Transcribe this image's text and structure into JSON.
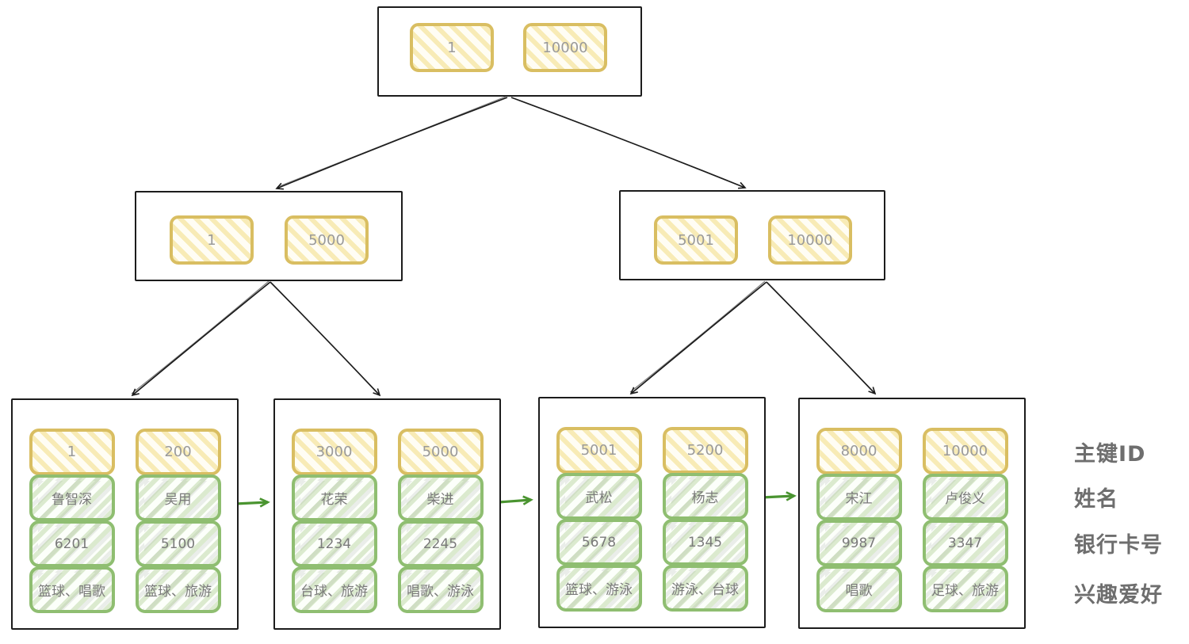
{
  "tree": {
    "root": {
      "keys": [
        "1",
        "10000"
      ]
    },
    "internals": [
      {
        "keys": [
          "1",
          "5000"
        ]
      },
      {
        "keys": [
          "5001",
          "10000"
        ]
      }
    ],
    "leaves": [
      {
        "records": [
          {
            "id": "1",
            "name": "鲁智深",
            "card": "6201",
            "hobby": "篮球、唱歌"
          },
          {
            "id": "200",
            "name": "吴用",
            "card": "5100",
            "hobby": "篮球、旅游"
          }
        ]
      },
      {
        "records": [
          {
            "id": "3000",
            "name": "花荣",
            "card": "1234",
            "hobby": "台球、旅游"
          },
          {
            "id": "5000",
            "name": "柴进",
            "card": "2245",
            "hobby": "唱歌、游泳"
          }
        ]
      },
      {
        "records": [
          {
            "id": "5001",
            "name": "武松",
            "card": "5678",
            "hobby": "篮球、游泳"
          },
          {
            "id": "5200",
            "name": "杨志",
            "card": "1345",
            "hobby": "游泳、台球"
          }
        ]
      },
      {
        "records": [
          {
            "id": "8000",
            "name": "宋江",
            "card": "9987",
            "hobby": "唱歌"
          },
          {
            "id": "10000",
            "name": "卢俊义",
            "card": "3347",
            "hobby": "足球、旅游"
          }
        ]
      }
    ]
  },
  "legend": {
    "labels": [
      "主键ID",
      "姓名",
      "银行卡号",
      "兴趣爱好"
    ]
  },
  "colors": {
    "key_border": "#d9be62",
    "key_text": "#9a9a9a",
    "cell_border": "#8fbe71",
    "cell_text": "#7a7a7a",
    "tree_edge": "#1c1c1c",
    "leaf_link": "#4a9430",
    "legend_text": "#6e6e6e"
  }
}
